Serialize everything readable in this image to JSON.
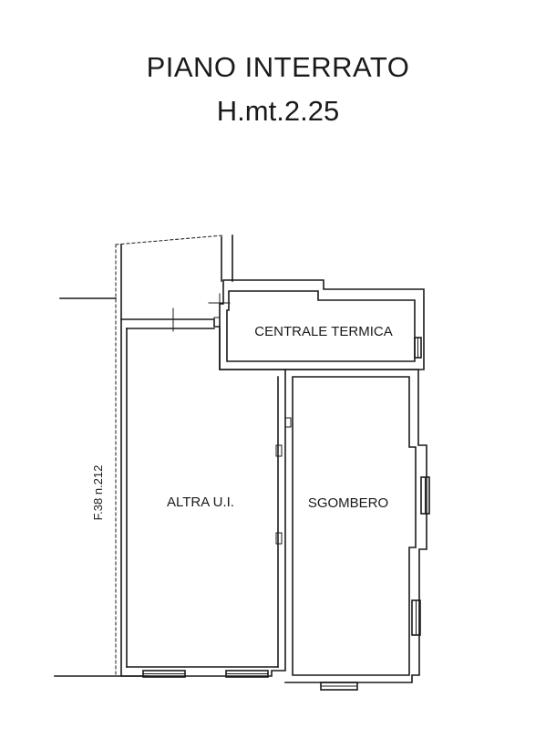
{
  "header": {
    "title_line_1": "PIANO INTERRATO",
    "title_line_2": "H.mt.2.25"
  },
  "rooms": {
    "centrale_termica": "CENTRALE TERMICA",
    "altra_ui": "ALTRA U.I.",
    "sgombero": "SGOMBERO"
  },
  "boundary": {
    "cadastral_label": "F.38 n.212"
  },
  "colors": {
    "line": "#1a1a1a",
    "background": "#ffffff"
  }
}
